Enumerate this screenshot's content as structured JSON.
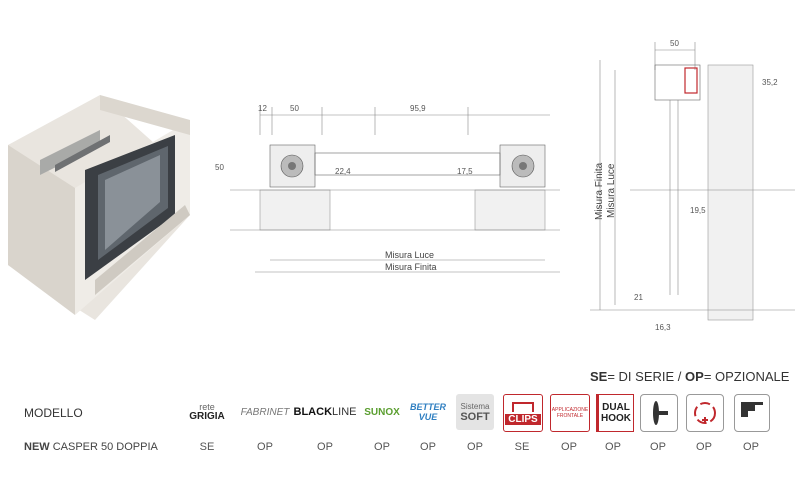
{
  "drawing": {
    "top_dims": {
      "d12": "12",
      "d50": "50",
      "d95": "95,9",
      "d50_right": "50",
      "d35": "35,2"
    },
    "side_dims": {
      "d50v": "50",
      "d22": "22,4",
      "d17": "17,5",
      "d19": "19,5",
      "d21": "21",
      "d16": "16,3"
    },
    "luce": "Misura Luce",
    "finita": "Misura Finita",
    "v_finita": "Misura Finita",
    "v_luce": "Misura Luce"
  },
  "legend": {
    "se_code": "SE",
    "se_text": "= DI SERIE / ",
    "op_code": "OP",
    "op_text": "= OPZIONALE"
  },
  "table": {
    "header": "MODELLO",
    "model_prefix": "NEW",
    "model_name": " CASPER 50 DOPPIA",
    "logos": {
      "rete_top": "rete",
      "rete_bottom": "GRIGIA",
      "fabrinet": "FABRINET",
      "black": "BLACK",
      "line": "LINE",
      "sunox": "SUNOX",
      "better1": "BETTER",
      "better2": "VUE",
      "soft_top": "Sistema",
      "soft_bottom": "SOFT",
      "clips": "CLIPS",
      "applicazione": "APPLICAZIONE FRONTALE",
      "dual": "DUAL",
      "hook": "HOOK"
    },
    "values": [
      "SE",
      "OP",
      "OP",
      "OP",
      "OP",
      "OP",
      "SE",
      "OP",
      "OP",
      "OP",
      "OP",
      "OP"
    ]
  },
  "colors": {
    "red": "#c0282d",
    "green": "#5a9e2f",
    "blue": "#2f7fc1"
  }
}
